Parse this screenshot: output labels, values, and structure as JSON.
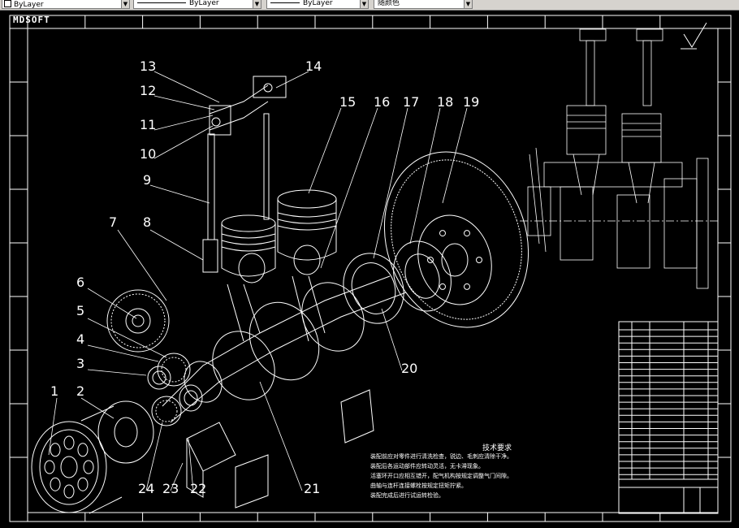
{
  "toolbar": {
    "combo1": "ByLayer",
    "combo2": "ByLayer",
    "combo3": "ByLayer",
    "combo4": "随颜色"
  },
  "logo": "MDSOFT",
  "part_labels": [
    "1",
    "2",
    "3",
    "4",
    "5",
    "6",
    "7",
    "8",
    "9",
    "10",
    "11",
    "12",
    "13",
    "14",
    "15",
    "16",
    "17",
    "18",
    "19",
    "20",
    "21",
    "22",
    "23",
    "24"
  ],
  "notes": {
    "title": "技术要求",
    "lines": [
      "装配前应对零件进行清洗检查，锐边、毛刺应清除干净。",
      "装配后各运动部件应转动灵活，无卡滞现象。",
      "活塞环开口应相互错开，配气机构按规定调整气门间隙。",
      "曲轴与连杆连接螺栓按规定扭矩拧紧。",
      "装配完成后进行试运转检验。"
    ]
  },
  "colors": {
    "background": "#000000",
    "line": "#ffffff",
    "toolbar": "#d6d3ce"
  }
}
